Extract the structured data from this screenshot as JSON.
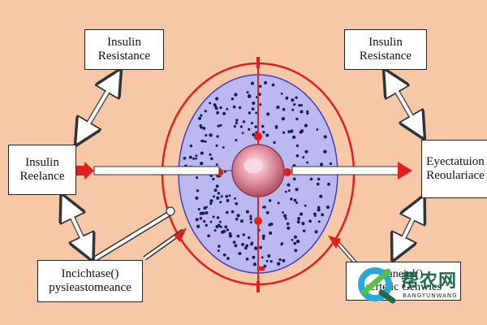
{
  "labels": {
    "top_left": [
      "Insulin",
      "Resistance"
    ],
    "top_right": [
      "Insulin",
      "Resistance"
    ],
    "left": [
      "Insulin",
      "Reelance"
    ],
    "right": [
      "Eyectatuion",
      "Reoulariace"
    ],
    "bottom_left": [
      "Incichtase()",
      "pysieastomeance"
    ],
    "bottom_right": [
      "Ianeinl()",
      "acrtelic Gehwics"
    ]
  },
  "watermark": {
    "text": "帮农网",
    "subtext": "BANGYUNWANG"
  },
  "colors": {
    "background": "#f7c8a8",
    "cell_fill": "#bcb8f0",
    "cell_outline": "#4040c0",
    "outer_ring": "#e0201c",
    "nucleus": "#e89aa8",
    "dots": "#1a1a60",
    "arrow_red": "#e02020"
  },
  "icons": [
    "arrow-icon",
    "syringe-icon",
    "watermark-logo-icon"
  ]
}
